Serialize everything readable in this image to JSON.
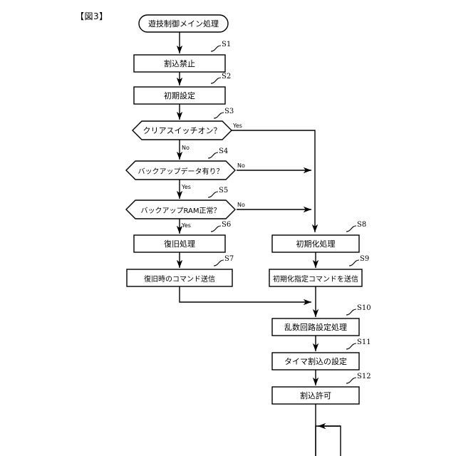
{
  "figure": {
    "label": "【図3】",
    "title": "遊技制御メイン処理"
  },
  "nodes": {
    "start": {
      "text": "遊技制御メイン処理",
      "shape": "terminator"
    },
    "s1": {
      "text": "割込禁止",
      "step": "S1",
      "shape": "process"
    },
    "s2": {
      "text": "初期設定",
      "step": "S2",
      "shape": "process"
    },
    "s3": {
      "text": "クリアスイッチオン？",
      "step": "S3",
      "shape": "decision"
    },
    "s4": {
      "text": "バックアップデータ有り？",
      "step": "S4",
      "shape": "decision"
    },
    "s5": {
      "text": "バックアップRAM正常？",
      "step": "S5",
      "shape": "decision"
    },
    "s6": {
      "text": "復旧処理",
      "step": "S6",
      "shape": "process"
    },
    "s7": {
      "text": "復旧時のコマンド送信",
      "step": "S7",
      "shape": "process"
    },
    "s8": {
      "text": "初期化処理",
      "step": "S8",
      "shape": "process"
    },
    "s9": {
      "text": "初期化指定コマンドを送信",
      "step": "S9",
      "shape": "process"
    },
    "s10": {
      "text": "乱数回路設定処理",
      "step": "S10",
      "shape": "process"
    },
    "s11": {
      "text": "タイマ割込の設定",
      "step": "S11",
      "shape": "process"
    },
    "s12": {
      "text": "割込許可",
      "step": "S12",
      "shape": "process"
    },
    "loop": {
      "text": "",
      "shape": "loop-back"
    }
  },
  "edge_labels": {
    "s3_yes": "Yes",
    "s3_no": "No",
    "s4_no": "No",
    "s4_yes": "Yes",
    "s5_no": "No",
    "s5_yes": "Yes"
  },
  "colors": {
    "stroke": "#000000",
    "fill": "#ffffff",
    "background": "#ffffff"
  }
}
